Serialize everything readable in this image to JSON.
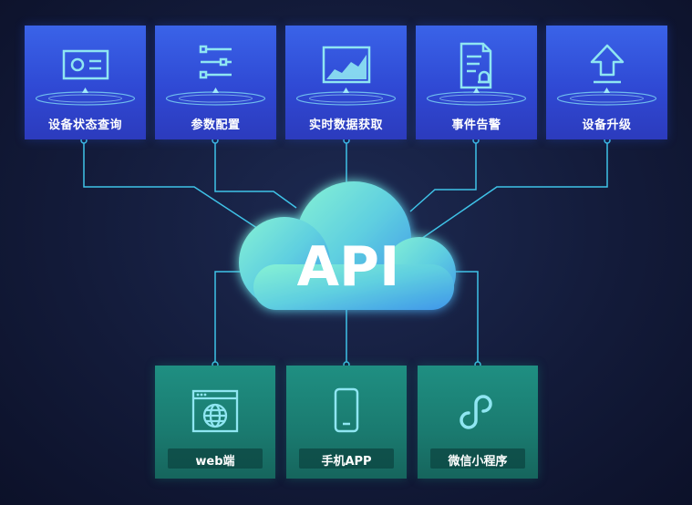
{
  "diagram": {
    "center_label": "API",
    "top_items": [
      {
        "label": "设备状态查询",
        "icon": "id-card-icon"
      },
      {
        "label": "参数配置",
        "icon": "sliders-icon"
      },
      {
        "label": "实时数据获取",
        "icon": "area-chart-icon"
      },
      {
        "label": "事件告警",
        "icon": "alert-document-icon"
      },
      {
        "label": "设备升级",
        "icon": "upload-arrow-icon"
      }
    ],
    "bottom_items": [
      {
        "label": "web端",
        "icon": "globe-browser-icon"
      },
      {
        "label": "手机APP",
        "icon": "mobile-phone-icon"
      },
      {
        "label": "微信小程序",
        "icon": "mini-program-icon"
      }
    ],
    "colors": {
      "background": "#131b3a",
      "top_card": "#2f49d4",
      "bottom_card": "#1a7a6f",
      "connector": "#3fc3e8",
      "icon_stroke": "#8fe6f2",
      "cloud_light": "#7ff0d6",
      "cloud_dark": "#47a7ea"
    }
  }
}
